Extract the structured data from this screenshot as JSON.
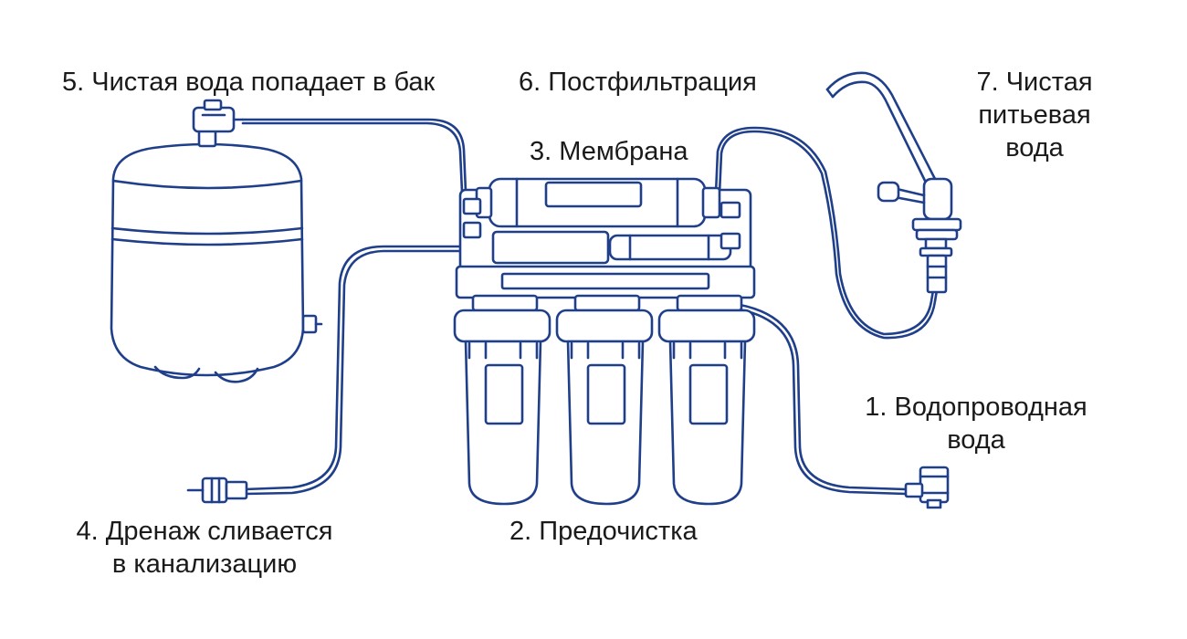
{
  "labels": {
    "tap_water": [
      "1. Водопроводная",
      "вода"
    ],
    "prefilter": [
      "2. Предочистка"
    ],
    "membrane": [
      "3. Мембрана"
    ],
    "drain": [
      "4. Дренаж сливается",
      "в канализацию"
    ],
    "tank": [
      "5. Чистая вода попадает в бак"
    ],
    "postfilter": [
      "6. Постфильтрация"
    ],
    "drinking_water": [
      "7. Чистая",
      "питьевая",
      "вода"
    ]
  },
  "colors": {
    "line": "#1f3f8a",
    "fill": "#ffffff",
    "text": "#1a1a1a"
  }
}
